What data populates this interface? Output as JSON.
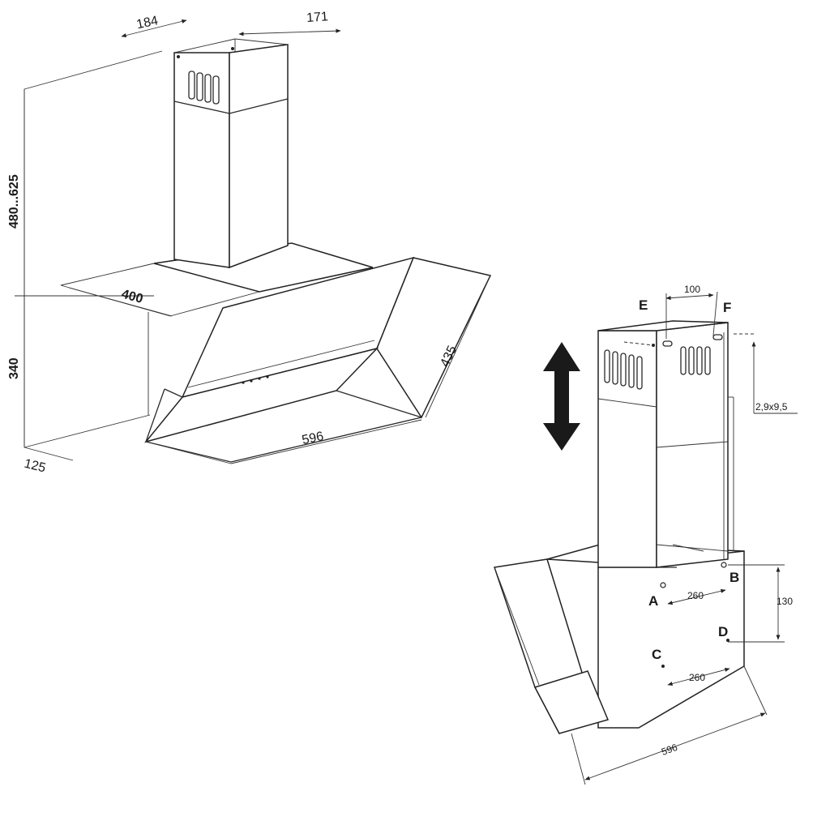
{
  "diagram_left": {
    "dim_184": "184",
    "dim_171": "171",
    "dim_480_625": "480...625",
    "dim_400": "400",
    "dim_340": "340",
    "dim_435": "435",
    "dim_596": "596",
    "dim_125": "125"
  },
  "diagram_right": {
    "label_e": "E",
    "label_f": "F",
    "dim_100": "100",
    "dim_2_9x9_5": "2,9x9,5",
    "label_a": "A",
    "label_b": "B",
    "label_c": "C",
    "label_d": "D",
    "dim_260_top": "260",
    "dim_260_bottom": "260",
    "dim_130": "130",
    "dim_596": "596"
  }
}
